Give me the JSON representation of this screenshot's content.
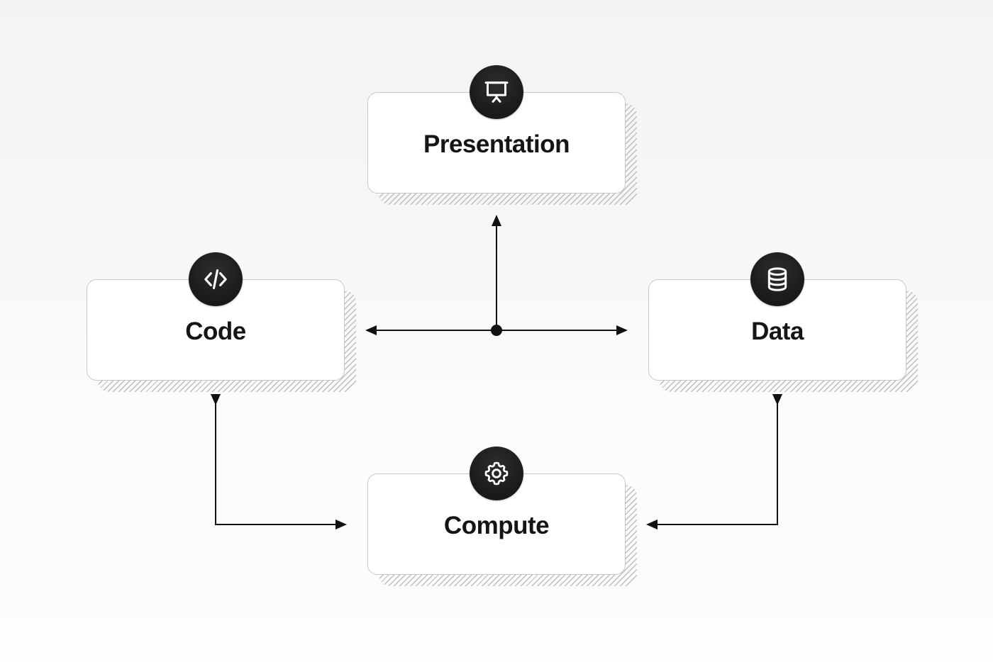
{
  "diagram": {
    "nodes": {
      "presentation": {
        "label": "Presentation",
        "icon": "presentation-board-icon"
      },
      "code": {
        "label": "Code",
        "icon": "code-brackets-icon"
      },
      "data": {
        "label": "Data",
        "icon": "database-icon"
      },
      "compute": {
        "label": "Compute",
        "icon": "gear-icon"
      }
    },
    "connections": [
      {
        "from": "hub",
        "to": "presentation",
        "arrow": "end"
      },
      {
        "from": "hub",
        "to": "code",
        "arrow": "end"
      },
      {
        "from": "hub",
        "to": "data",
        "arrow": "end"
      },
      {
        "from": "code",
        "to": "compute",
        "arrow": "both"
      },
      {
        "from": "data",
        "to": "compute",
        "arrow": "both"
      }
    ],
    "colors": {
      "badge": "#1c1c1c",
      "line": "#111111",
      "box_border": "#c8c8c8",
      "hatch": "#bdbdbd"
    }
  }
}
